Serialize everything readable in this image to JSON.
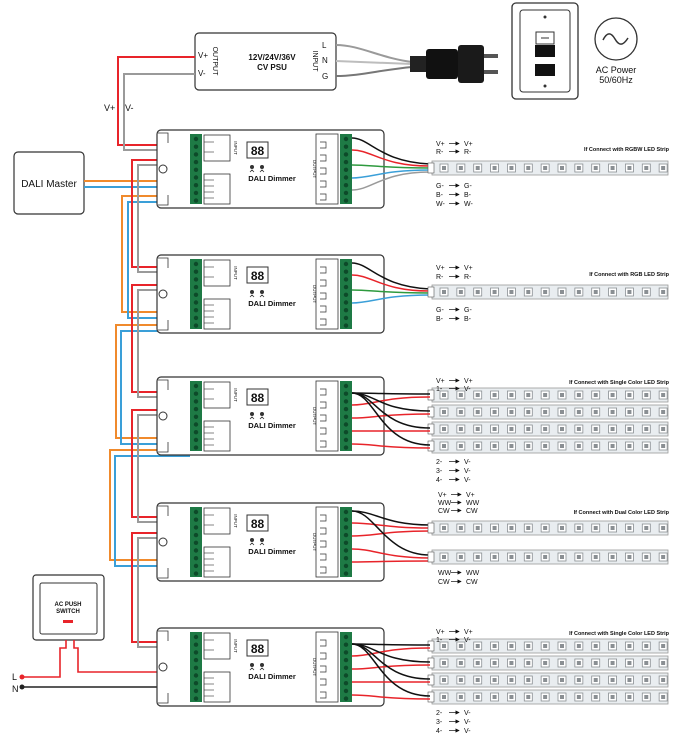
{
  "psu": {
    "title1": "12V/24V/36V",
    "title2": "CV PSU",
    "output_label": "OUTPUT",
    "input_label": "INPUT",
    "vplus": "V+",
    "vminus": "V-",
    "l": "L",
    "n": "N",
    "g": "G"
  },
  "ac": {
    "label1": "AC Power",
    "label2": "50/60Hz"
  },
  "bus_labels": {
    "vplus": "V+",
    "vminus": "V-"
  },
  "dali_master": "DALI Master",
  "switch": {
    "line1": "AC PUSH",
    "line2": "SWITCH"
  },
  "mains": {
    "l": "L",
    "n": "N"
  },
  "dimmer": {
    "label": "DALI Dimmer",
    "output_label": "OUTPUT",
    "input_label": "INPUT",
    "display": "88"
  },
  "dimmers_count_note": "",
  "strips": {
    "rgbw_title": "If Connect with RGBW LED Strip",
    "rgb_title": "If Connect with RGB   LED Strip",
    "single_title": "If Connect with Single Color LED Strip",
    "dual_title": "If Connect with Dual Color LED Strip",
    "arrow": "→",
    "rgbw_top": [
      [
        "V+",
        "V+"
      ],
      [
        "R-",
        "R-"
      ]
    ],
    "rgbw_bottom": [
      [
        "G-",
        "G-"
      ],
      [
        "B-",
        "B-"
      ],
      [
        "W-",
        "W-"
      ]
    ],
    "rgb_top": [
      [
        "V+",
        "V+"
      ],
      [
        "R-",
        "R-"
      ]
    ],
    "rgb_bottom": [
      [
        "G-",
        "G-"
      ],
      [
        "B-",
        "B-"
      ]
    ],
    "single_top": [
      [
        "V+",
        "V+"
      ],
      [
        "1-",
        "V-"
      ]
    ],
    "single_bottom": [
      [
        "2-",
        "V-"
      ],
      [
        "3-",
        "V-"
      ],
      [
        "4-",
        "V-"
      ]
    ],
    "dual_top": [
      [
        "V+",
        "V+"
      ],
      [
        "WW",
        "WW"
      ],
      [
        "CW",
        "CW"
      ]
    ],
    "dual_bottom": [
      [
        "WW",
        "WW"
      ],
      [
        "CW",
        "CW"
      ]
    ]
  },
  "colors": {
    "red": "#e8242a",
    "orange": "#f08a2c",
    "blue": "#3a9fd8",
    "gray": "#9a9a9a",
    "green": "#2e9a3e",
    "black": "#111111",
    "terminal_green": "#1e7a45",
    "strip": "#e9edf0",
    "led": "#8a8f93"
  }
}
